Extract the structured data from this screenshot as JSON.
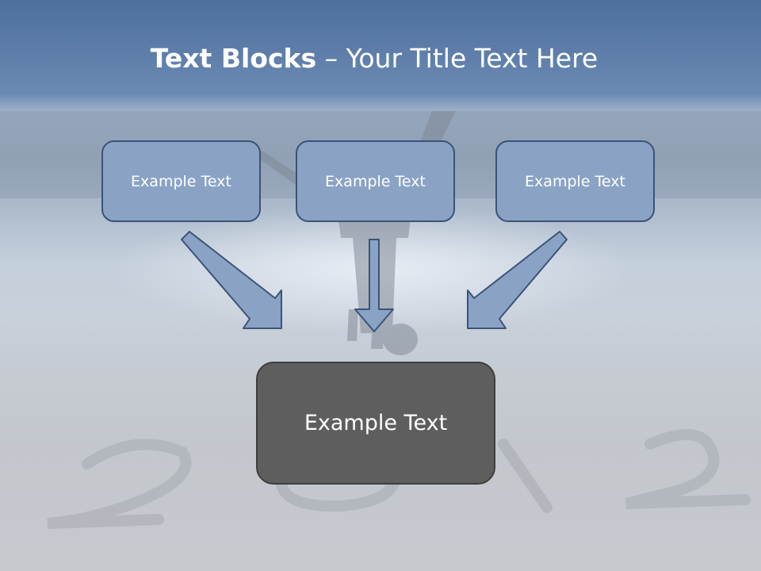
{
  "slide": {
    "title_bold": "Text Blocks",
    "title_rest": " – Your Title Text Here",
    "boxes": [
      {
        "label": "Example Text"
      },
      {
        "label": "Example Text"
      },
      {
        "label": "Example Text"
      }
    ],
    "target_box": {
      "label": "Example Text"
    },
    "background_text": "2012"
  },
  "colors": {
    "header_band": "#5a79a6",
    "box_fill": "#8aa3c5",
    "box_border": "#3c5378",
    "target_fill": "#5e5e5e",
    "arrow_fill": "#8aa3c5"
  }
}
